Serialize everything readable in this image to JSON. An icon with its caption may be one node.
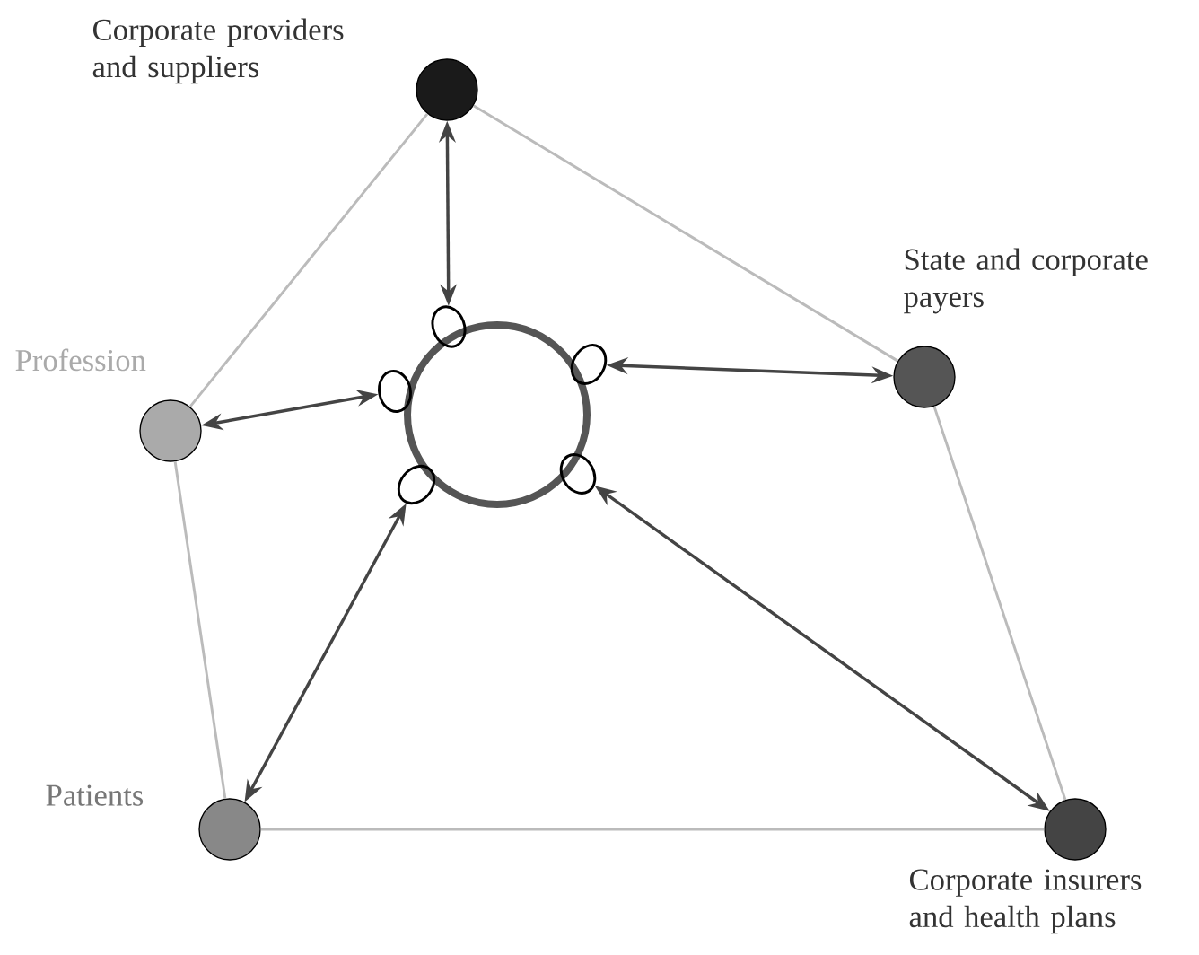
{
  "diagram": {
    "nodes": [
      {
        "text": [
          "Corporate providers and suppliers"
        ]
      },
      {
        "text": [
          "State and corporate payers"
        ]
      },
      {
        "text": [
          "Profession"
        ]
      },
      {
        "text": [],
        "shape": "circle"
      },
      {
        "text": [],
        "shape": "ellipse"
      },
      {
        "text": [],
        "shape": "ellipse"
      },
      {
        "text": [],
        "shape": "ellipse"
      },
      {
        "text": [],
        "shape": "ellipse"
      },
      {
        "text": [],
        "shape": "ellipse"
      },
      {
        "text": [
          "Patients"
        ]
      },
      {
        "text": [
          "Corporate insurers and health plans"
        ]
      }
    ],
    "edges": [
      {
        "from": 0,
        "to": 2,
        "arrow": "none",
        "color": "#bbbbbb"
      },
      {
        "from": 0,
        "to": 1,
        "arrow": "none",
        "color": "#bbbbbb"
      },
      {
        "from": 1,
        "to": 10,
        "arrow": "none",
        "color": "#bbbbbb"
      },
      {
        "from": 2,
        "to": 9,
        "arrow": "none",
        "color": "#bbbbbb"
      },
      {
        "from": 9,
        "to": 10,
        "arrow": "none",
        "color": "#bbbbbb"
      },
      {
        "from": 0,
        "to": 4,
        "arrow": "both",
        "color": "#444444"
      },
      {
        "from": 1,
        "to": 5,
        "arrow": "both",
        "color": "#444444"
      },
      {
        "from": 2,
        "to": 6,
        "arrow": "both",
        "color": "#444444"
      },
      {
        "from": 10,
        "to": 7,
        "arrow": "both",
        "color": "#444444"
      },
      {
        "from": 9,
        "to": 8,
        "arrow": "both",
        "color": "#444444"
      }
    ]
  }
}
